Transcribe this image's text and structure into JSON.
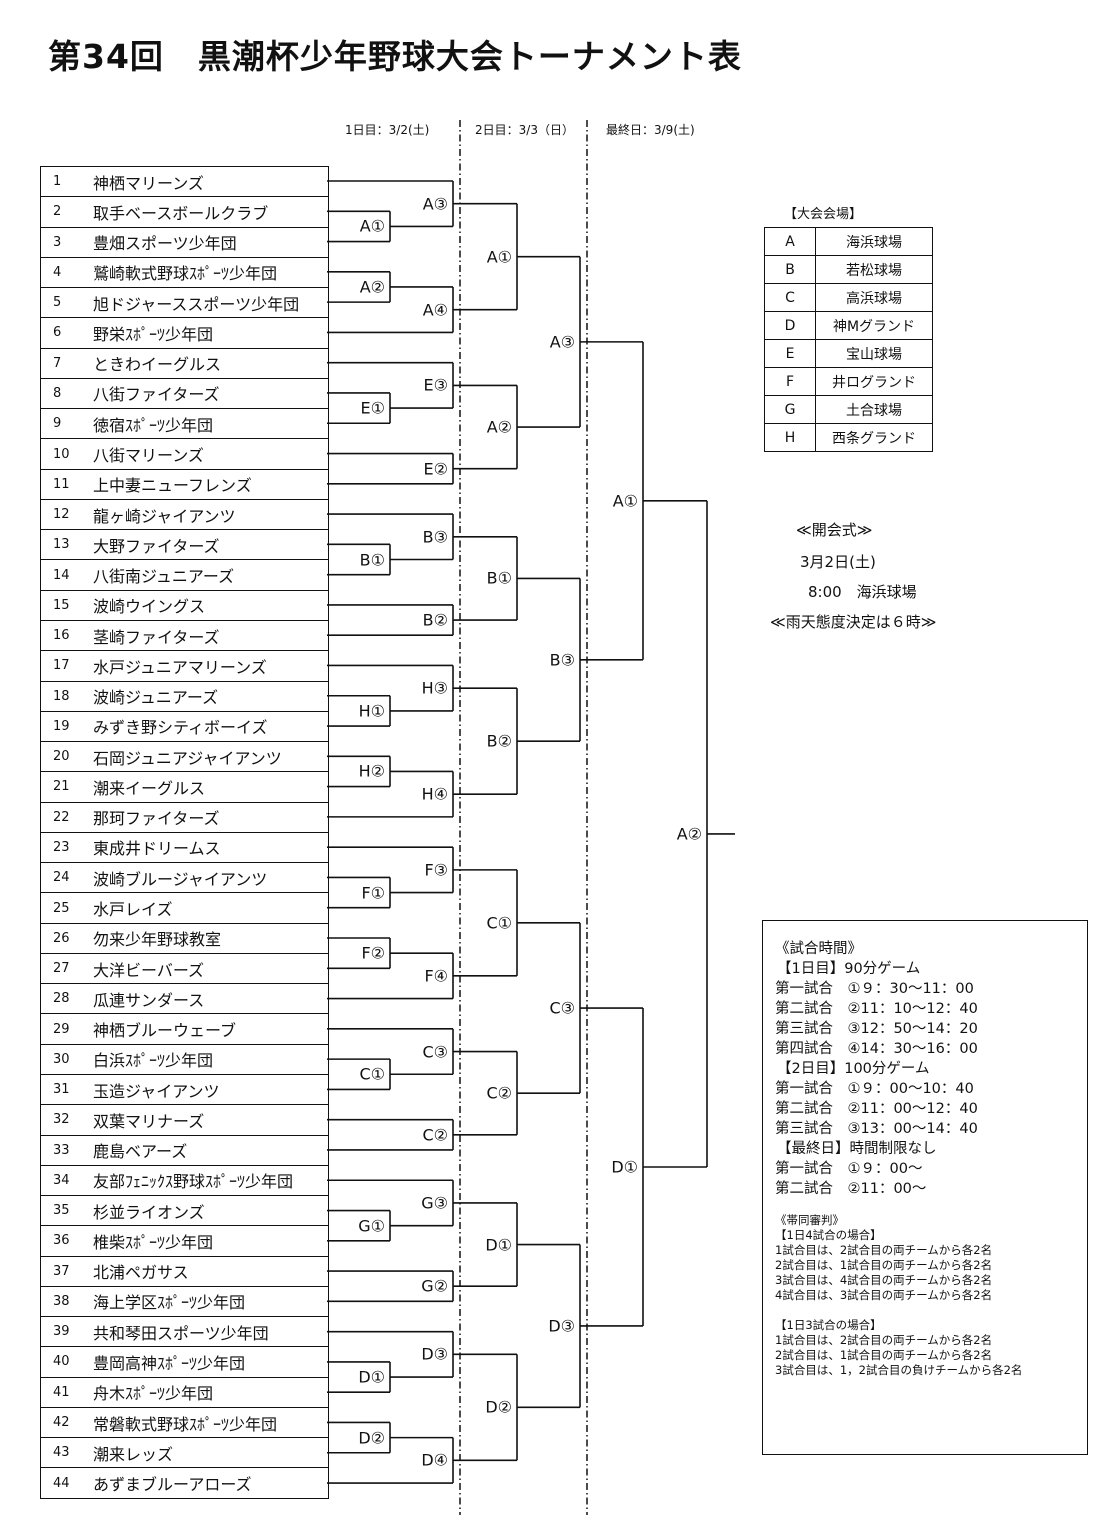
{
  "title": "第34回　黒潮杯少年野球大会トーナメント表",
  "days": [
    "1日目：3/2(土)",
    "2日目：3/3（日）",
    "最終日：3/9(土)"
  ],
  "teams": [
    {
      "no": "1",
      "name": "神栖マリーンズ"
    },
    {
      "no": "2",
      "name": "取手ベースボールクラブ"
    },
    {
      "no": "3",
      "name": "豊畑スポーツ少年団"
    },
    {
      "no": "4",
      "name": "鷲崎軟式野球ｽﾎﾟｰﾂ少年団"
    },
    {
      "no": "5",
      "name": "旭ドジャーススポーツ少年団"
    },
    {
      "no": "6",
      "name": "野栄ｽﾎﾟｰﾂ少年団"
    },
    {
      "no": "7",
      "name": "ときわイーグルス"
    },
    {
      "no": "8",
      "name": "八街ファイターズ"
    },
    {
      "no": "9",
      "name": "徳宿ｽﾎﾟｰﾂ少年団"
    },
    {
      "no": "10",
      "name": "八街マリーンズ"
    },
    {
      "no": "11",
      "name": "上中妻ニューフレンズ"
    },
    {
      "no": "12",
      "name": "龍ヶ崎ジャイアンツ"
    },
    {
      "no": "13",
      "name": "大野ファイターズ"
    },
    {
      "no": "14",
      "name": "八街南ジュニアーズ"
    },
    {
      "no": "15",
      "name": "波崎ウイングス"
    },
    {
      "no": "16",
      "name": "茎崎ファイターズ"
    },
    {
      "no": "17",
      "name": "水戸ジュニアマリーンズ"
    },
    {
      "no": "18",
      "name": "波崎ジュニアーズ"
    },
    {
      "no": "19",
      "name": "みずき野シティボーイズ"
    },
    {
      "no": "20",
      "name": "石岡ジュニアジャイアンツ"
    },
    {
      "no": "21",
      "name": "潮来イーグルス"
    },
    {
      "no": "22",
      "name": "那珂ファイターズ"
    },
    {
      "no": "23",
      "name": "東成井ドリームス"
    },
    {
      "no": "24",
      "name": "波崎ブルージャイアンツ"
    },
    {
      "no": "25",
      "name": "水戸レイズ"
    },
    {
      "no": "26",
      "name": "勿来少年野球教室"
    },
    {
      "no": "27",
      "name": "大洋ビーバーズ"
    },
    {
      "no": "28",
      "name": "瓜連サンダース"
    },
    {
      "no": "29",
      "name": "神栖ブルーウェーブ"
    },
    {
      "no": "30",
      "name": "白浜ｽﾎﾟｰﾂ少年団"
    },
    {
      "no": "31",
      "name": "玉造ジャイアンツ"
    },
    {
      "no": "32",
      "name": "双葉マリナーズ"
    },
    {
      "no": "33",
      "name": "鹿島ベアーズ"
    },
    {
      "no": "34",
      "name": "友部ﾌｪﾆｯｸｽ野球ｽﾎﾟｰﾂ少年団"
    },
    {
      "no": "35",
      "name": "杉並ライオンズ"
    },
    {
      "no": "36",
      "name": "椎柴ｽﾎﾟｰﾂ少年団"
    },
    {
      "no": "37",
      "name": "北浦ペガサス"
    },
    {
      "no": "38",
      "name": "海上学区ｽﾎﾟｰﾂ少年団"
    },
    {
      "no": "39",
      "name": "共和琴田スポーツ少年団"
    },
    {
      "no": "40",
      "name": "豊岡高神ｽﾎﾟｰﾂ少年団"
    },
    {
      "no": "41",
      "name": "舟木ｽﾎﾟｰﾂ少年団"
    },
    {
      "no": "42",
      "name": "常磐軟式野球ｽﾎﾟｰﾂ少年団"
    },
    {
      "no": "43",
      "name": "潮来レッズ"
    },
    {
      "no": "44",
      "name": "あずまブルーアローズ"
    }
  ],
  "matches": [
    "A①",
    "A②",
    "A③",
    "A④",
    "A①",
    "E①",
    "E③",
    "E②",
    "A②",
    "A③",
    "B①",
    "B③",
    "B②",
    "B①",
    "H①",
    "H②",
    "H③",
    "H④",
    "B②",
    "B③",
    "A①",
    "F①",
    "F②",
    "F③",
    "F④",
    "C①",
    "C①",
    "C③",
    "C②",
    "C②",
    "C③",
    "G①",
    "G③",
    "G②",
    "D①",
    "D①",
    "D②",
    "D③",
    "D④",
    "D②",
    "D③",
    "D①",
    "A②"
  ],
  "venue": {
    "title": "【大会会場】",
    "rows": [
      {
        "key": "A",
        "name": "海浜球場"
      },
      {
        "key": "B",
        "name": "若松球場"
      },
      {
        "key": "C",
        "name": "高浜球場"
      },
      {
        "key": "D",
        "name": "神Mグランド"
      },
      {
        "key": "E",
        "name": "宝山球場"
      },
      {
        "key": "F",
        "name": "井ログランド"
      },
      {
        "key": "G",
        "name": "土合球場"
      },
      {
        "key": "H",
        "name": "西条グランド"
      }
    ]
  },
  "opening": {
    "title": "≪開会式≫",
    "date": "3月2日(土)",
    "time_place": "8:00　海浜球場",
    "rain": "≪雨天態度決定は６時≫"
  },
  "schedule": {
    "title": "《試合時間》",
    "lines": [
      {
        "text": "【1日目】90分ゲーム",
        "h": true
      },
      {
        "text": "第一試合　①９：30～11：00"
      },
      {
        "text": "第二試合　②11：10～12：40"
      },
      {
        "text": "第三試合　③12：50～14：20"
      },
      {
        "text": "第四試合　④14：30～16：00"
      },
      {
        "text": "【2日目】100分ゲーム",
        "h": true
      },
      {
        "text": "第一試合　①９：00～10：40"
      },
      {
        "text": "第二試合　②11：00～12：40"
      },
      {
        "text": "第三試合　③13：00～14：40"
      },
      {
        "text": "【最終日】時間制限なし",
        "h": true
      },
      {
        "text": "第一試合　①９：00～"
      },
      {
        "text": "第二試合　②11：00～"
      }
    ],
    "referee_title": "《帯同審判》",
    "referee_4": {
      "title": "【1日4試合の場合】",
      "lines": [
        "1試合目は、2試合目の両チームから各2名",
        "2試合目は、1試合目の両チームから各2名",
        "3試合目は、4試合目の両チームから各2名",
        "4試合目は、3試合目の両チームから各2名"
      ]
    },
    "referee_3": {
      "title": "【1日3試合の場合】",
      "lines": [
        "1試合目は、2試合目の両チームから各2名",
        "2試合目は、1試合目の両チームから各2名",
        "3試合目は、1，2試合目の負けチームから各2名"
      ]
    }
  }
}
